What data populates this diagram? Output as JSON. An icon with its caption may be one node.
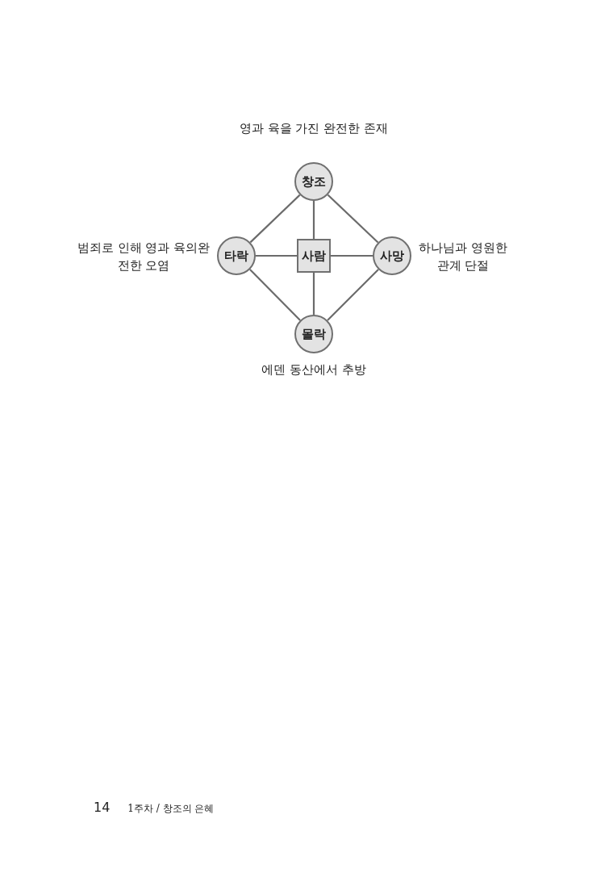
{
  "diagram": {
    "nodes": [
      {
        "text": [
          "창조"
        ],
        "beside": [
          "영과 육을 가진 완전한 존재"
        ]
      },
      {
        "text": [
          "타락"
        ],
        "beside": [
          "범죄로 인해 영과 육의완전한 오염"
        ]
      },
      {
        "text": [
          "사람"
        ]
      },
      {
        "text": [
          "사망"
        ],
        "beside": [
          "하나님과 영원한 관계 단절"
        ]
      },
      {
        "text": [
          "몰락"
        ],
        "beside": [
          "에덴 동산에서 추방"
        ]
      }
    ],
    "edges": [
      {
        "from": 0,
        "to": 1,
        "arrow": "none"
      },
      {
        "from": 0,
        "to": 2,
        "arrow": "none"
      },
      {
        "from": 0,
        "to": 3,
        "arrow": "none"
      },
      {
        "from": 1,
        "to": 2,
        "arrow": "none"
      },
      {
        "from": 2,
        "to": 3,
        "arrow": "none"
      },
      {
        "from": 1,
        "to": 4,
        "arrow": "none"
      },
      {
        "from": 2,
        "to": 4,
        "arrow": "none"
      },
      {
        "from": 3,
        "to": 4,
        "arrow": "none"
      }
    ],
    "labels": [
      "14",
      "1주차 / 창조의 은혜"
    ]
  }
}
